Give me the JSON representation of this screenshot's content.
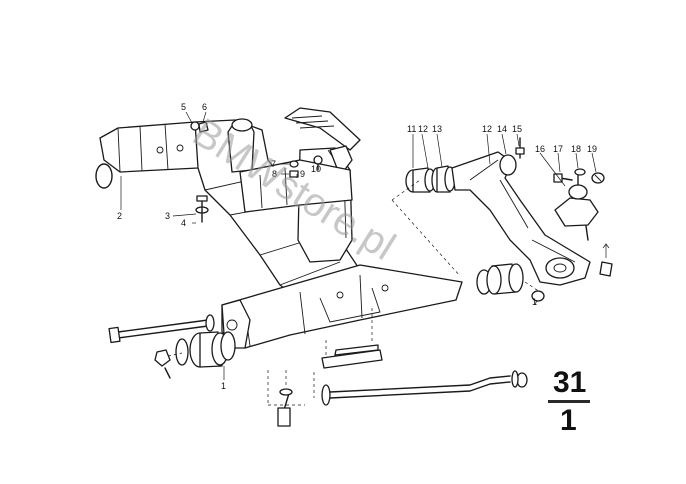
{
  "watermark": "BMWstore.pl",
  "group": {
    "main": "31",
    "sub": "1"
  },
  "callouts": {
    "c1a": "1",
    "c1b": "1",
    "c2": "2",
    "c3": "3",
    "c4": "4",
    "c5": "5",
    "c6": "6",
    "c7": "7",
    "c8": "8",
    "c9": "9",
    "c10": "10",
    "c11": "11",
    "c12a": "12",
    "c12b": "12",
    "c13": "13",
    "c14": "14",
    "c15": "15",
    "c16": "16",
    "c17": "17",
    "c18": "18",
    "c19": "19"
  }
}
